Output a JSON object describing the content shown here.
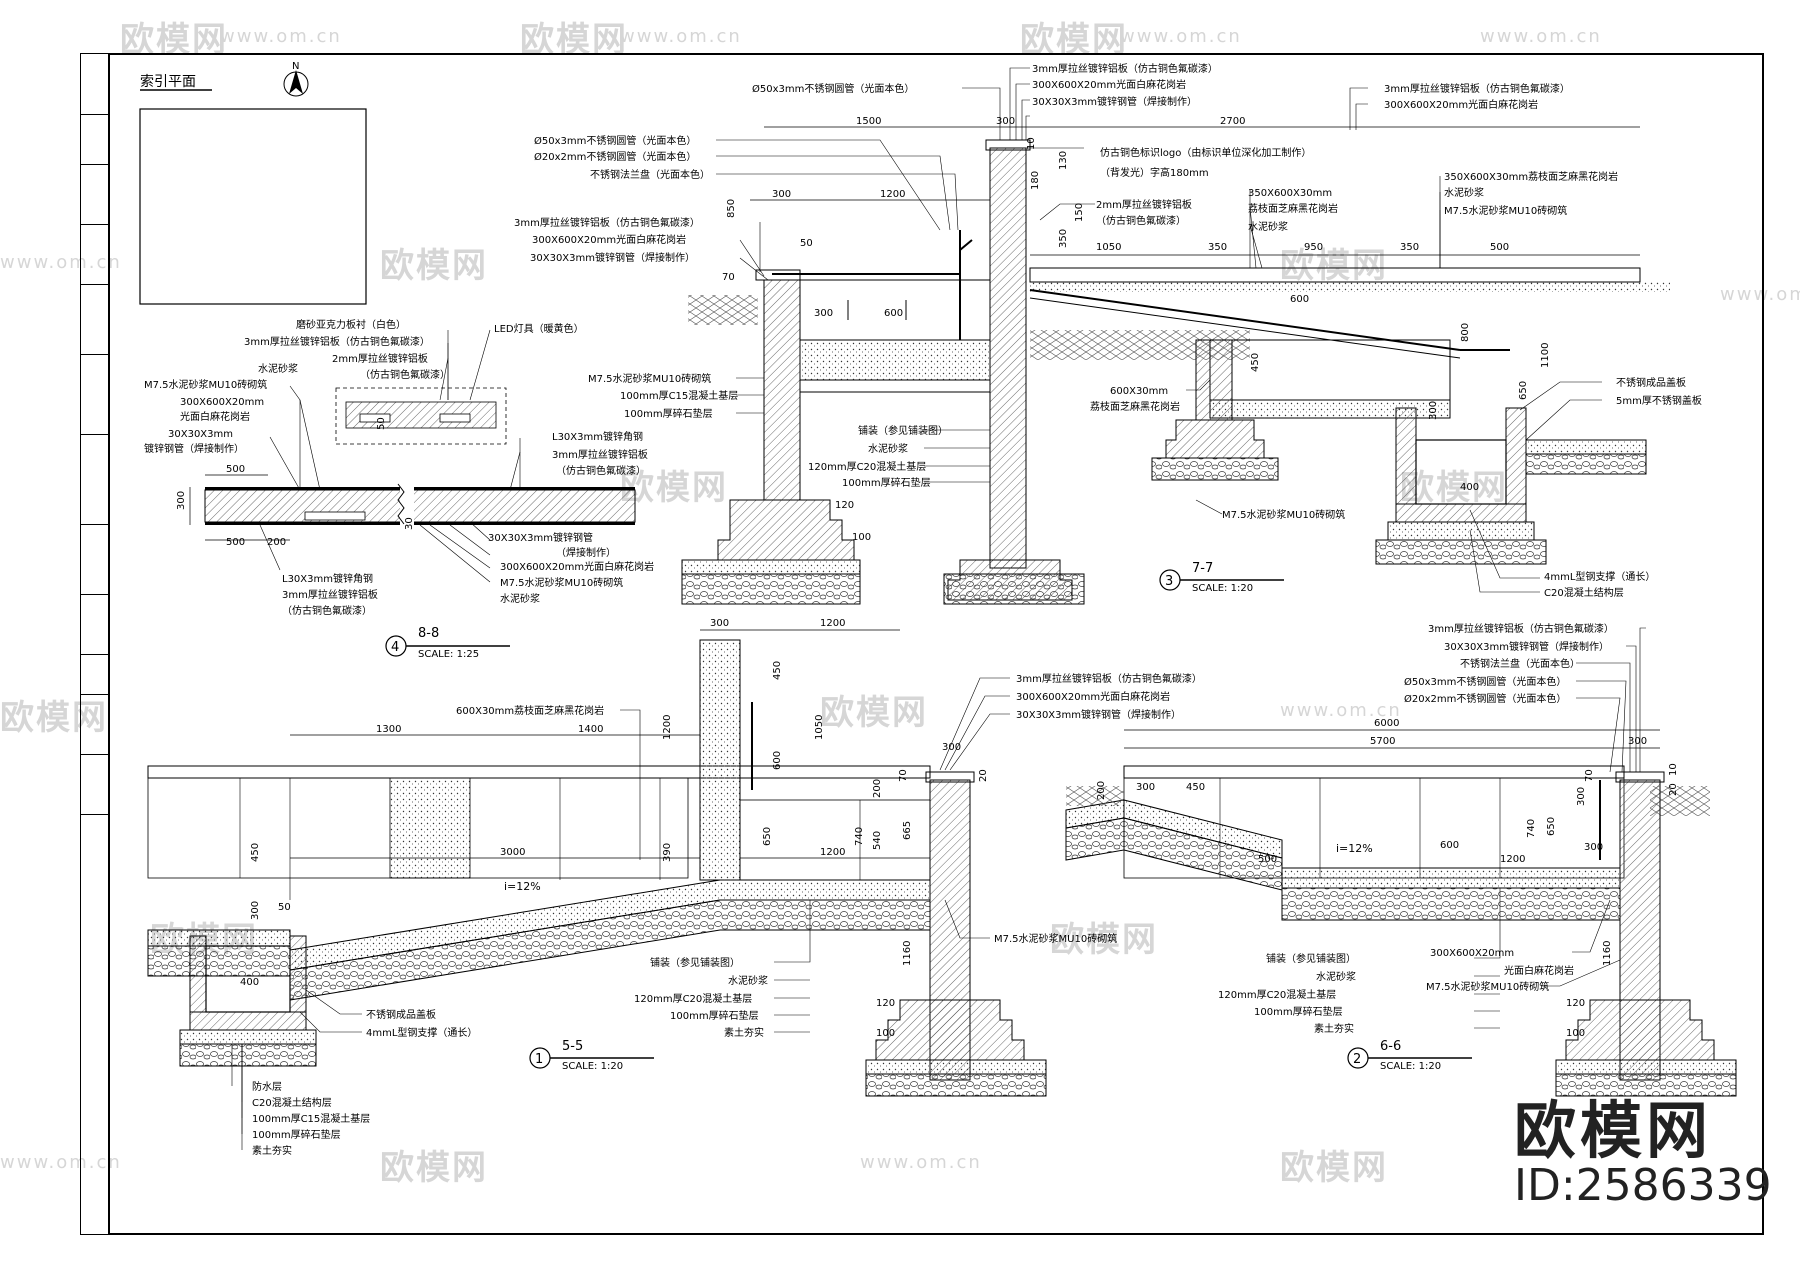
{
  "watermark": {
    "logo_text": "欧模网",
    "url_text": "www.om.cn"
  },
  "brand": {
    "name": "欧模网",
    "id": "ID:2586339"
  },
  "index_plan": {
    "title": "索引平面",
    "north": "N"
  },
  "details": {
    "d4": {
      "num": "4",
      "title": "8-8",
      "scale": "SCALE:  1:25"
    },
    "d3": {
      "num": "3",
      "title": "7-7",
      "scale": "SCALE:  1:20"
    },
    "d1": {
      "num": "1",
      "title": "5-5",
      "scale": "SCALE:  1:20"
    },
    "d2": {
      "num": "2",
      "title": "6-6",
      "scale": "SCALE:  1:20"
    }
  },
  "labels_88": {
    "l1": "磨砂亚克力板衬（白色）",
    "l2": "3mm厚拉丝镀锌铝板（仿古铜色氟碳漆）",
    "l3": "水泥砂浆",
    "l4": "M7.5水泥砂浆MU10砖砌筑",
    "l5": "300X600X20mm",
    "l6": "光面白麻花岗岩",
    "l7": "30X30X3mm",
    "l8": "镀锌钢管（焊接制作）",
    "l9": "LED灯具（暖黄色）",
    "l10": "2mm厚拉丝镀锌铝板",
    "l11": "（仿古铜色氟碳漆）",
    "l12": "L30X3mm镀锌角钢",
    "l13": "3mm厚拉丝镀锌铝板",
    "l14": "（仿古铜色氟碳漆）",
    "l15": "30X30X3mm镀锌钢管",
    "l16": "（焊接制作）",
    "l17": "300X600X20mm光面白麻花岗岩",
    "l18": "M7.5水泥砂浆MU10砖砌筑",
    "l19": "水泥砂浆",
    "l20": "L30X3mm镀锌角钢",
    "l21": "3mm厚拉丝镀锌铝板",
    "l22": "（仿古铜色氟碳漆）",
    "dims": {
      "a": "500",
      "b": "500",
      "c": "200",
      "d": "300",
      "e": "30",
      "f": "50"
    }
  },
  "labels_77": {
    "top1": "Ø50x3mm不锈钢圆管（光面本色）",
    "top2": "3mm厚拉丝镀锌铝板（仿古铜色氟碳漆）",
    "top3": "300X600X20mm光面白麻花岗岩",
    "top4": "30X30X3mm镀锌钢管（焊接制作）",
    "r1": "3mm厚拉丝镀锌铝板（仿古铜色氟碳漆）",
    "r2": "300X600X20mm光面白麻花岗岩",
    "l1": "Ø50x3mm不锈钢圆管（光面本色）",
    "l2": "Ø20x2mm不锈钢圆管（光面本色）",
    "l3": "不锈钢法兰盘（光面本色）",
    "logo1": "仿古铜色标识logo（由标识单位深化加工制作）",
    "logo2": "（背发光）字高180mm",
    "m1": "2mm厚拉丝镀锌铝板",
    "m2": "（仿古铜色氟碳漆）",
    "m3": "350X600X30mm",
    "m4": "荔枝面芝麻黑花岗岩",
    "m5": "水泥砂浆",
    "rr1": "350X600X30mm荔枝面芝麻黑花岗岩",
    "rr2": "水泥砂浆",
    "rr3": "M7.5水泥砂浆MU10砖砌筑",
    "ll1": "3mm厚拉丝镀锌铝板（仿古铜色氟碳漆）",
    "ll2": "300X600X20mm光面白麻花岗岩",
    "ll3": "30X30X3mm镀锌钢管（焊接制作）",
    "f1": "M7.5水泥砂浆MU10砖砌筑",
    "f2": "100mm厚C15混凝土基层",
    "f3": "100mm厚碎石垫层",
    "p1": "铺装（参见铺装图）",
    "p2": "水泥砂浆",
    "p3": "120mm厚C20混凝土基层",
    "p4": "100mm厚碎石垫层",
    "s1": "600X30mm",
    "s2": "荔枝面芝麻黑花岗岩",
    "s3": "M7.5水泥砂浆MU10砖砌筑",
    "g1": "不锈钢成品盖板",
    "g2": "5mm厚不锈钢盖板",
    "g3": "4mmL型钢支撑（通长）",
    "g4": "C20混凝土结构层",
    "dims": {
      "d1500": "1500",
      "d300": "300",
      "d2700": "2700",
      "d1200": "1200",
      "d300b": "300",
      "d1050": "1050",
      "d350": "350",
      "d950": "950",
      "d350b": "350",
      "d500": "500",
      "d600": "600",
      "d600b": "600",
      "d850": "850",
      "d800": "800",
      "d1100": "1100",
      "d650": "650",
      "d450": "450",
      "d300c": "300",
      "d400": "400",
      "d120": "120",
      "d100": "100",
      "d70": "70",
      "d50": "50",
      "d180": "180",
      "d150": "150",
      "d130": "130",
      "d350c": "350",
      "d10": "10"
    }
  },
  "labels_55": {
    "t1": "600X30mm荔枝面芝麻黑花岗岩",
    "r1": "3mm厚拉丝镀锌铝板（仿古铜色氟碳漆）",
    "r2": "300X600X20mm光面白麻花岗岩",
    "r3": "30X30X3mm镀锌钢管（焊接制作）",
    "m1": "M7.5水泥砂浆MU10砖砌筑",
    "p1": "铺装（参见铺装图）",
    "p2": "水泥砂浆",
    "p3": "120mm厚C20混凝土基层",
    "p4": "100mm厚碎石垫层",
    "p5": "素土夯实",
    "g1": "不锈钢成品盖板",
    "g2": "4mmL型钢支撑（通长）",
    "b1": "防水层",
    "b2": "C20混凝土结构层",
    "b3": "100mm厚C15混凝土基层",
    "b4": "100mm厚碎石垫层",
    "b5": "素土夯实",
    "slope": "i=12%",
    "dims": {
      "d300": "300",
      "d1200": "1200",
      "d1300": "1300",
      "d1400": "1400",
      "d3000": "3000",
      "d1200b": "1200",
      "d450": "450",
      "d1050": "1050",
      "d600": "600",
      "d1200c": "1200",
      "d200": "200",
      "d740": "740",
      "d540": "540",
      "d665": "665",
      "d650": "650",
      "d390": "390",
      "d450b": "450",
      "d300b": "300",
      "d50": "50",
      "d400": "400",
      "d1160": "1160",
      "d120": "120",
      "d100": "100",
      "d70": "70",
      "d300c": "300",
      "d20": "20"
    }
  },
  "labels_66": {
    "r1": "3mm厚拉丝镀锌铝板（仿古铜色氟碳漆）",
    "r2": "30X30X3mm镀锌钢管（焊接制作）",
    "r3": "不锈钢法兰盘（光面本色）",
    "r4": "Ø50x3mm不锈钢圆管（光面本色）",
    "r5": "Ø20x2mm不锈钢圆管（光面本色）",
    "m1": "300X600X20mm",
    "m2": "光面白麻花岗岩",
    "m3": "M7.5水泥砂浆MU10砖砌筑",
    "p1": "铺装（参见铺装图）",
    "p2": "水泥砂浆",
    "p3": "120mm厚C20混凝土基层",
    "p4": "100mm厚碎石垫层",
    "p5": "素土夯实",
    "slope": "i=12%",
    "dims": {
      "d6000": "6000",
      "d5700": "5700",
      "d300": "300",
      "d300b": "300",
      "d450": "450",
      "d600": "600",
      "d1200": "1200",
      "d500": "500",
      "d200": "200",
      "d740": "740",
      "d650": "650",
      "d300c": "300",
      "d1160": "1160",
      "d120": "120",
      "d100": "100",
      "d70": "70",
      "d10": "10",
      "d20": "20",
      "d300d": "300"
    }
  }
}
